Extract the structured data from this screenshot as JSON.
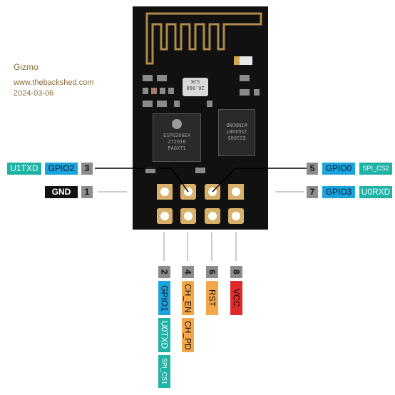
{
  "credit": {
    "author": "Gizmo",
    "site": "www.thebackshed.com",
    "date": "2024-03-06"
  },
  "board": {
    "crystal_line1": "26.000",
    "crystal_line2": "SJK",
    "soc_line1": "ESP8266EX",
    "soc_line2": "272016",
    "soc_line3": "PAGXT1",
    "flash_line1": "WINBOND",
    "flash_line2": "25Q40BT",
    "flash_line3": "ES1805"
  },
  "pins": {
    "p1": {
      "number": "1",
      "label": "GND"
    },
    "p2": {
      "number": "2",
      "label": "GPIO1",
      "alt1": "U0TXD",
      "alt2": "SPI_CS1"
    },
    "p3": {
      "number": "3",
      "label": "GPIO2",
      "alt1": "U1TXD"
    },
    "p4": {
      "number": "4",
      "label": "CH_EN",
      "alt1": "CH_PD"
    },
    "p5": {
      "number": "5",
      "label": "GPIO0",
      "alt1": "SPI_CS2"
    },
    "p6": {
      "number": "6",
      "label": "RST"
    },
    "p7": {
      "number": "7",
      "label": "GPIO3",
      "alt1": "U0RXD"
    },
    "p8": {
      "number": "8",
      "label": "VCC"
    }
  },
  "colors": {
    "gpio": "#1aa3dc",
    "alt": "#1fb3a6",
    "ground": "#111111",
    "number": "#8c8c8c",
    "control": "#f3a64a",
    "power": "#e02a2a",
    "board": "#111111",
    "pad": "#d7b06a"
  }
}
